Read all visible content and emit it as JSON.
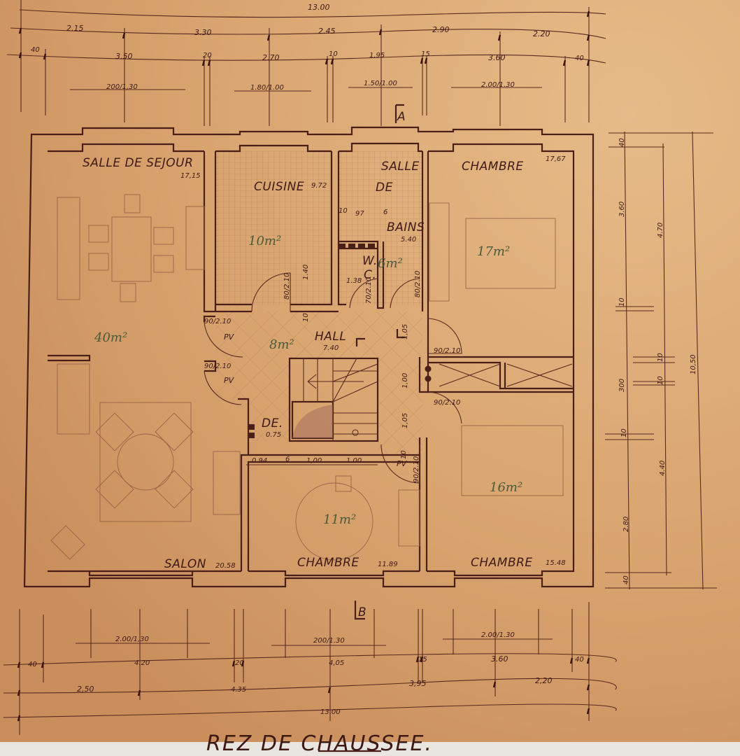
{
  "title": "REZ DE CHAUSSEE.",
  "colors": {
    "paper": "#d6a06c",
    "ink": "#4a1f18",
    "pencil": "#4a5a3a"
  },
  "section_markers": {
    "top": "A",
    "bottom": "B"
  },
  "rooms": {
    "sejour": {
      "name": "SALLE DE SEJOUR",
      "area": "17,15",
      "hand": "40m²"
    },
    "cuisine": {
      "name": "CUISINE",
      "area": "9.72",
      "hand": "10m²"
    },
    "bains_1": "SALLE",
    "bains_2": "DE",
    "bains_3": "BAINS",
    "bains_area": "5.40",
    "bains_hand": "6m²",
    "wc_1": "W.",
    "wc_2": "C.",
    "wc_area": "1.38",
    "chambre_ne": {
      "name": "CHAMBRE",
      "area": "17,67",
      "hand": "17m²"
    },
    "hall": {
      "name": "HALL",
      "area": "7.40",
      "hand": "8m²"
    },
    "de": {
      "name": "DE.",
      "area": "0.75"
    },
    "salon": {
      "name": "SALON",
      "area": "20.58"
    },
    "chambre_s": {
      "name": "CHAMBRE",
      "area": "11.89",
      "hand": "11m²"
    },
    "chambre_se": {
      "name": "CHAMBRE",
      "area": "15.48",
      "hand": "16m²"
    }
  },
  "doors": {
    "pv1": "PV",
    "pv1_size": "90/2.10",
    "pv2": "PV",
    "pv2_size": "90/2.10",
    "pv3": "PV",
    "pv3_size": "90/2.10",
    "cuisine": "80/2.10",
    "wc": "70/2.10",
    "bains": "80/2.10",
    "chambre_ne": "90/2.10",
    "chambre_se": "90/2.10"
  },
  "interior_dims": {
    "cuisine_h": "1.40",
    "cuisine_w": "10",
    "bains_a": "10",
    "bains_b": "97",
    "bains_c": "6",
    "hall_a": "1,05",
    "hall_b": "1,00",
    "hall_c": "1,05",
    "hall_d": "10",
    "ch_a": "0.94",
    "ch_b": "6",
    "ch_c": "1,00",
    "ch_d": "1.00"
  },
  "top_dims": {
    "total": "13.00",
    "row2": [
      "2.15",
      "3.30",
      "2.45",
      "2.90",
      "2.20"
    ],
    "row3": [
      "40",
      "3.50",
      "20",
      "2.70",
      "10",
      "1,95",
      "15",
      "3.60",
      "40"
    ],
    "windows": [
      "200/1,30",
      "1.80/1.00",
      "1.50/1.00",
      "2.00/1.30"
    ]
  },
  "bottom_dims": {
    "windows": [
      "2.00/1,30",
      "200/1.30",
      "2.00/1.30"
    ],
    "row1": [
      "40",
      "4.20",
      "20",
      "4,05",
      "15",
      "3.60",
      "40"
    ],
    "row2": [
      "2,50",
      "4.35",
      "3,95",
      "2,20"
    ],
    "total": "13.00"
  },
  "right_dims": {
    "col1": [
      "40",
      "3.60",
      "10",
      "300",
      "10",
      "2.80",
      "40"
    ],
    "col2": [
      "4.70",
      "10",
      "10",
      "4.40"
    ],
    "total": "10,50"
  }
}
